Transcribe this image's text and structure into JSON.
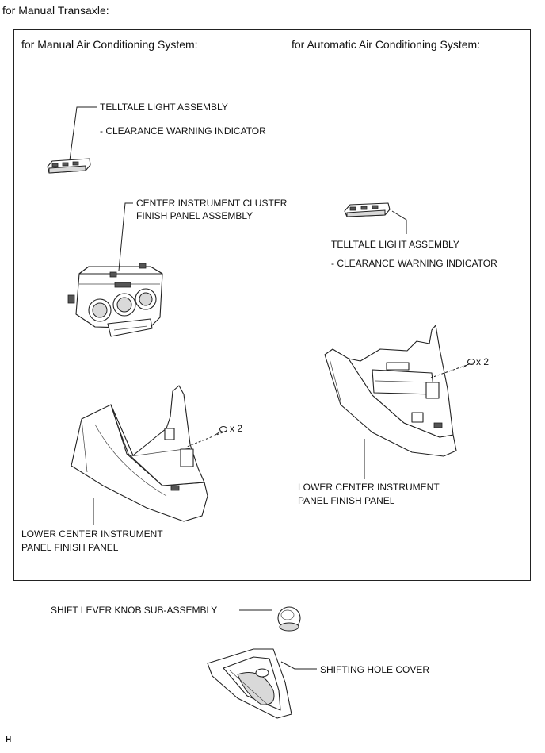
{
  "header": {
    "title": "for Manual Transaxle:"
  },
  "panels": {
    "left_heading": "for Manual Air Conditioning System:",
    "right_heading": "for Automatic Air Conditioning System:"
  },
  "labels": {
    "telltale_left_1": "TELLTALE LIGHT ASSEMBLY",
    "telltale_left_2": "- CLEARANCE WARNING INDICATOR",
    "center_cluster_1": "CENTER INSTRUMENT CLUSTER",
    "center_cluster_2": "FINISH PANEL ASSEMBLY",
    "telltale_right_1": "TELLTALE LIGHT ASSEMBLY",
    "telltale_right_2": "- CLEARANCE WARNING INDICATOR",
    "screw_left_qty": "x 2",
    "screw_right_qty": "x 2",
    "lower_left_1": "LOWER CENTER INSTRUMENT",
    "lower_left_2": "PANEL FINISH PANEL",
    "lower_right_1": "LOWER CENTER INSTRUMENT",
    "lower_right_2": "PANEL FINISH PANEL",
    "shift_knob": "SHIFT LEVER KNOB SUB-ASSEMBLY",
    "shifting_cover": "SHIFTING HOLE COVER"
  },
  "footer": {
    "code": "H"
  }
}
